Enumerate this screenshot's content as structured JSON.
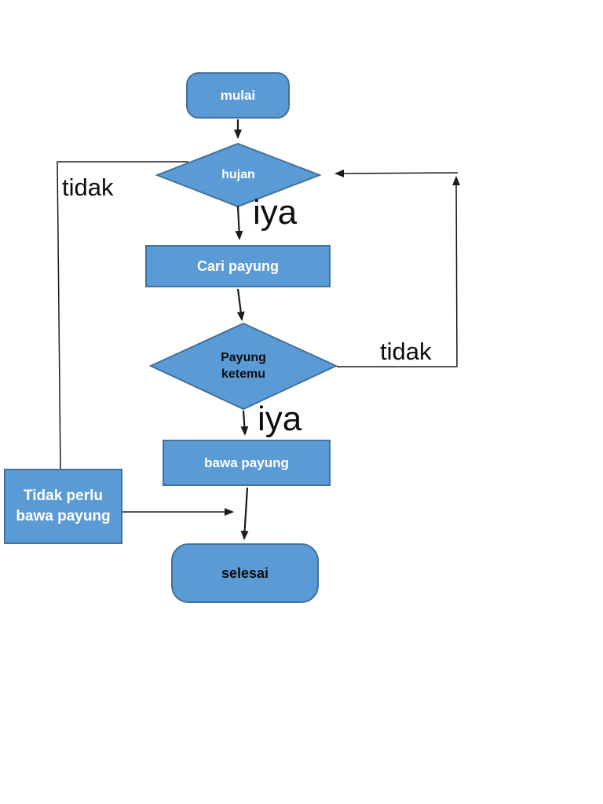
{
  "diagram": {
    "type": "flowchart",
    "language": "Indonesian",
    "nodes": {
      "start": {
        "label": "mulai",
        "shape": "rounded-rectangle"
      },
      "decision_rain": {
        "label": "hujan",
        "shape": "diamond"
      },
      "process_find": {
        "label": "Cari payung",
        "shape": "rectangle"
      },
      "decision_found": {
        "label": "Payung ketemu",
        "shape": "diamond"
      },
      "process_bring": {
        "label": "bawa payung",
        "shape": "rectangle"
      },
      "end": {
        "label": "selesai",
        "shape": "rounded-rectangle"
      },
      "note": {
        "label": "Tidak perlu bawa payung",
        "shape": "rectangle"
      }
    },
    "edge_labels": {
      "iya_top": "iya",
      "iya_bottom": "iya",
      "tidak_left": "tidak",
      "tidak_right": "tidak"
    },
    "edges": [
      {
        "from": "start",
        "to": "decision_rain",
        "label": ""
      },
      {
        "from": "decision_rain",
        "to": "process_find",
        "label": "iya"
      },
      {
        "from": "decision_rain",
        "to": "note",
        "label": "tidak"
      },
      {
        "from": "process_find",
        "to": "decision_found",
        "label": ""
      },
      {
        "from": "decision_found",
        "to": "process_bring",
        "label": "iya"
      },
      {
        "from": "decision_found",
        "to": "decision_rain",
        "label": "tidak"
      },
      {
        "from": "process_bring",
        "to": "end",
        "label": ""
      },
      {
        "from": "note",
        "to": "end",
        "label": ""
      }
    ],
    "colors": {
      "node_fill": "#5b9bd5",
      "node_border": "#41719c",
      "line": "#1c1c1c",
      "text_light": "#ffffff",
      "text_dark": "#0d0d0d"
    }
  }
}
